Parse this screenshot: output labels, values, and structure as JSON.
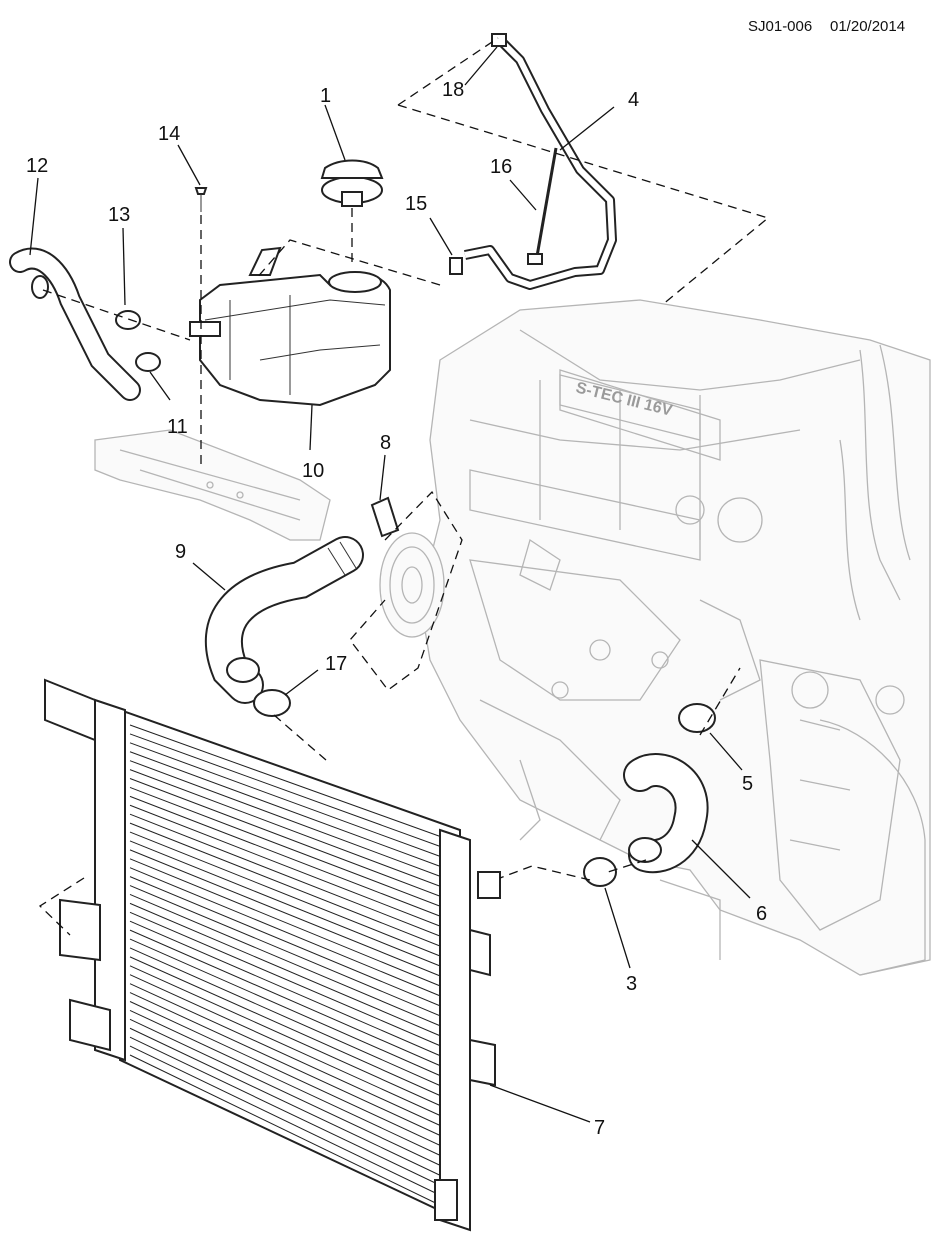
{
  "header": {
    "code": "SJ01-006",
    "date": "01/20/2014"
  },
  "callouts": [
    "1",
    "3",
    "4",
    "5",
    "6",
    "7",
    "8",
    "9",
    "10",
    "11",
    "12",
    "13",
    "14",
    "15",
    "16",
    "17",
    "18"
  ],
  "engine_decal": "S-TEC III 16V",
  "colors": {
    "ink": "#111111",
    "ghost": "#b5b5b5",
    "background": "#ffffff"
  }
}
